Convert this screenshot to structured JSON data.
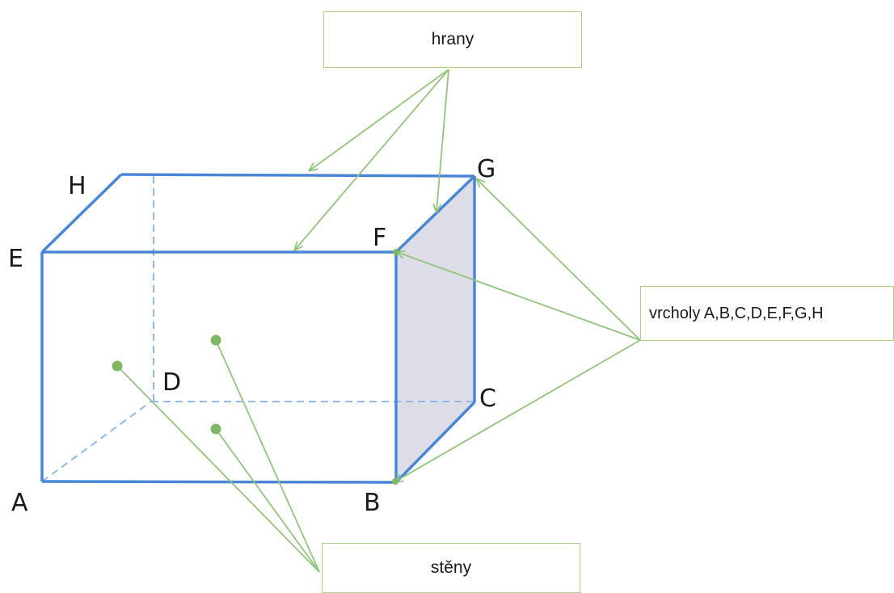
{
  "callouts": {
    "edges": "hrany",
    "vertices": "vrcholy A,B,C,D,E,F,G,H",
    "faces": "stěny"
  },
  "vertices": [
    "A",
    "B",
    "C",
    "D",
    "E",
    "F",
    "G",
    "H"
  ],
  "colors": {
    "edge_blue": "#4a86d6",
    "hidden_edge_blue": "#8fb9e8",
    "arrow_green": "#93c47d",
    "callout_border": "#a9cf8a",
    "shaded_face": "#dcdde6"
  }
}
